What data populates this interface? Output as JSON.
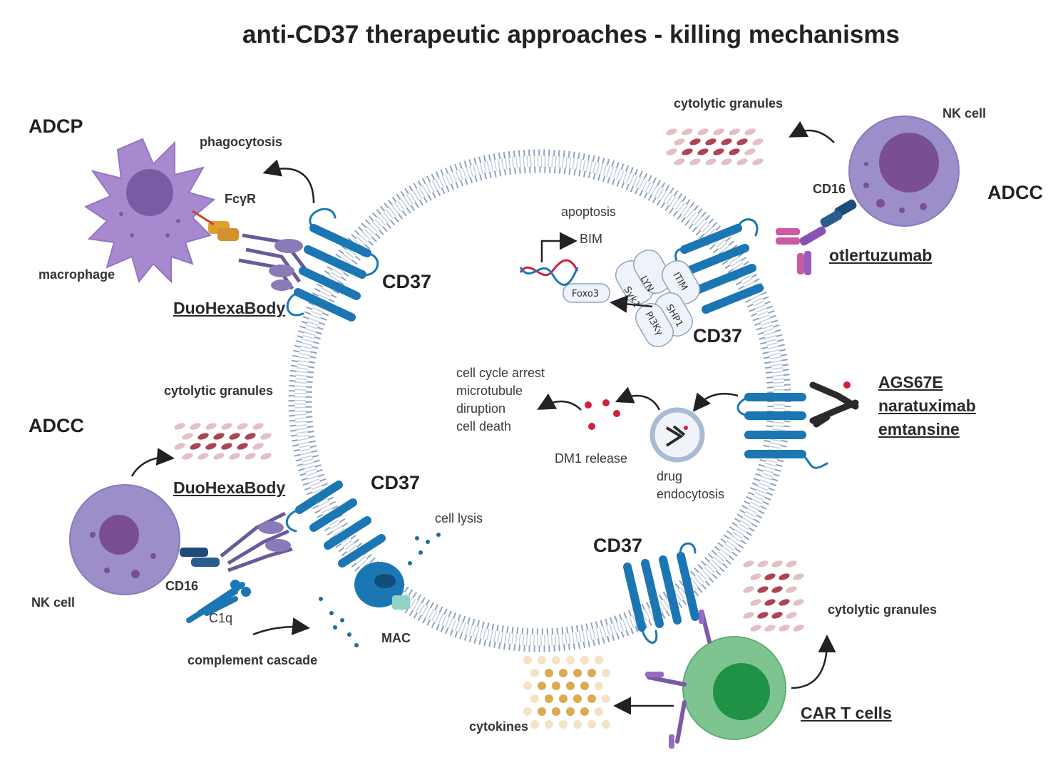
{
  "title": "anti-CD37 therapeutic approaches - killing mechanisms",
  "mechanisms": {
    "adcp": "ADCP",
    "adcc_right": "ADCC",
    "adcc_left": "ADCC"
  },
  "drugs": {
    "duohexabody_top": "DuoHexaBody",
    "duohexabody_bottom": "DuoHexaBody",
    "otlertuzumab": "otlertuzumab",
    "ags67e": "AGS67E",
    "naratuximab": "naratuximab",
    "emtansine": "emtansine",
    "car_t": "CAR T cells"
  },
  "cd37": {
    "top_left": "CD37",
    "top_right": "CD37",
    "mid_left": "CD37",
    "bottom": "CD37"
  },
  "labels": {
    "phagocytosis": "phagocytosis",
    "fcgr": "FcγR",
    "macrophage": "macrophage",
    "cytolytic_top": "cytolytic granules",
    "nk_top": "NK cell",
    "cd16_top": "CD16",
    "apoptosis": "apoptosis",
    "bim": "BIM",
    "foxo3": "Foxo3",
    "lyn": "LYN",
    "syk1": "Syk1",
    "itim": "ITIM",
    "shp1": "SHP1",
    "pi3k": "PI3Kγ",
    "cell_cycle_lines": [
      "cell cycle arrest",
      "microtubule",
      "diruption",
      "cell death"
    ],
    "dm1_release": "DM1 release",
    "drug_endocytosis_1": "drug",
    "drug_endocytosis_2": "endocytosis",
    "cytolytic_left": "cytolytic granules",
    "nk_left": "NK cell",
    "cd16_left": "CD16",
    "c1q": "C1q",
    "complement": "complement cascade",
    "cell_lysis": "cell lysis",
    "mac": "MAC",
    "cytolytic_bottom": "cytolytic granules",
    "cytokines": "cytokines"
  },
  "colors": {
    "membrane": "#a9bbd0",
    "membrane_dots": "#8fa3bd",
    "receptor": "#1b77b3",
    "nk_cell": "#9b8ec9",
    "nk_nucleus": "#7a4f92",
    "macrophage": "#a889d0",
    "macrophage_nucleus": "#7b5aa4",
    "t_cell": "#7ec491",
    "t_cell_nucleus": "#209245",
    "granule": "#a33040",
    "cytokine": "#d9a040"
  }
}
